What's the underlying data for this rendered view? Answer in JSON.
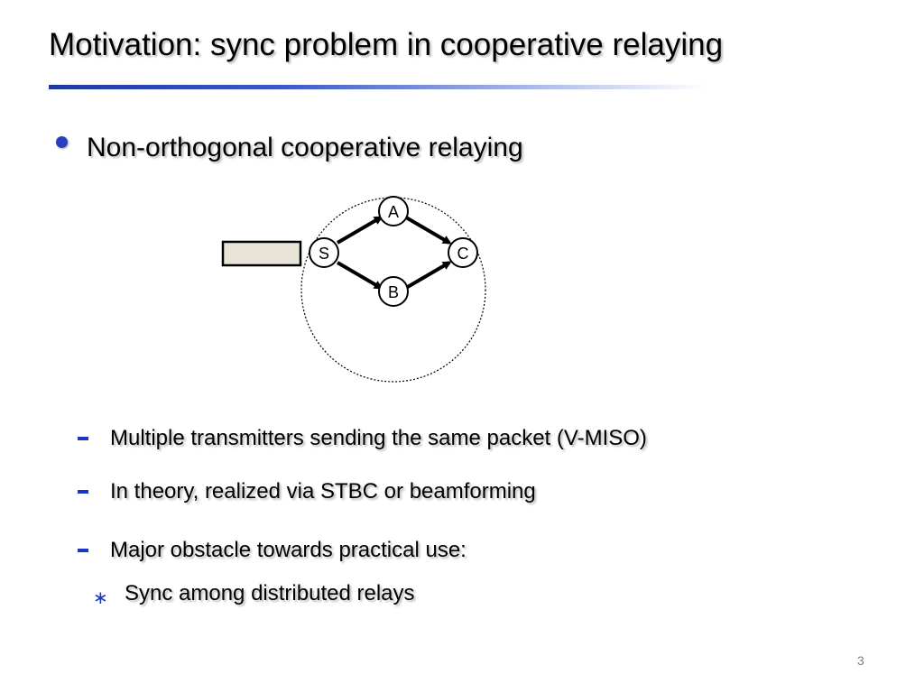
{
  "slide": {
    "title": "Motivation: sync problem in cooperative relaying",
    "bullet": "Non-orthogonal cooperative relaying",
    "sub_bullets": [
      "Multiple transmitters sending the same packet (V-MISO)",
      "In theory, realized via STBC or beamforming",
      "Major obstacle towards practical use:"
    ],
    "sub_sub_bullet": "Sync among distributed relays",
    "page_number": "3"
  },
  "diagram": {
    "nodes": {
      "S": "S",
      "A": "A",
      "B": "B",
      "C": "C"
    }
  },
  "colors": {
    "bullet_blue": "#2a3fc0",
    "dash_blue": "#1a36c4",
    "packet_fill": "#e8e4d8"
  }
}
